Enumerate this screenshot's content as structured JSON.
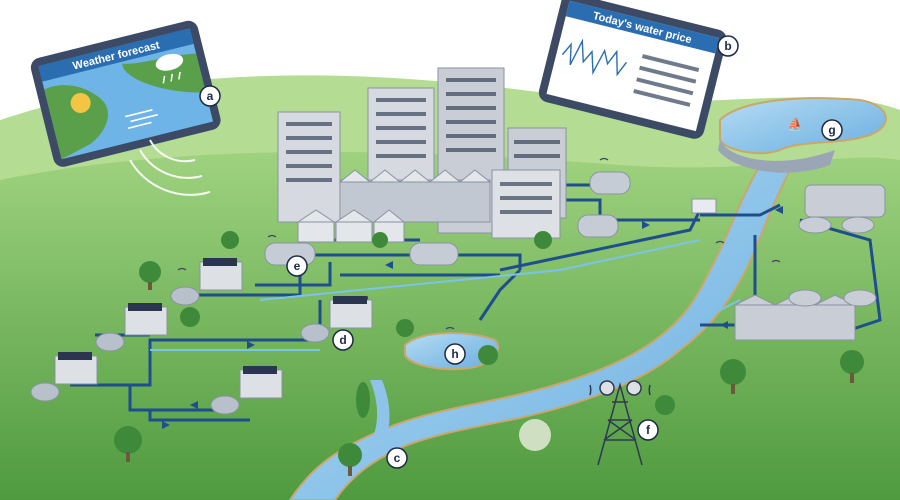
{
  "cards": {
    "weather": {
      "title": "Weather forecast",
      "label": "a"
    },
    "price": {
      "title": "Today's water price",
      "label": "b"
    }
  },
  "labels": {
    "c": "c",
    "d": "d",
    "e": "e",
    "f": "f",
    "g": "g",
    "h": "h"
  },
  "colors": {
    "sky": "#ffffff",
    "grass_dark": "#5fa84a",
    "grass_light": "#a9d88a",
    "river": "#8fc4e8",
    "pipe": "#1f4e8c",
    "card_frame": "#3c4a66",
    "card_header": "#2a6db0",
    "building": "#c9ced6",
    "marker_fill": "#ffffff",
    "marker_text": "#1b2a47"
  },
  "icons": [
    "sun-icon",
    "rain-cloud-icon",
    "wind-icon",
    "signal-icon",
    "solar-panel-icon",
    "tree-icon",
    "boat-icon"
  ]
}
